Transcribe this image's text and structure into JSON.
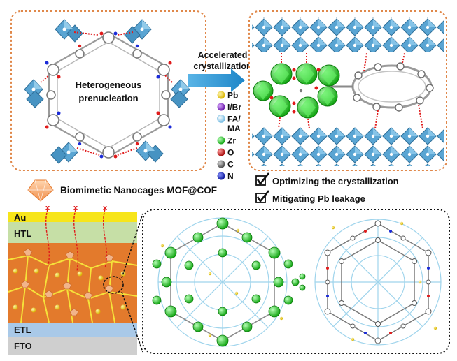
{
  "top_left_panel": {
    "label_line1": "Heterogeneous",
    "label_line2": "prenucleation"
  },
  "arrow": {
    "label_line1": "Accelerated",
    "label_line2": "crystallization"
  },
  "legend": [
    {
      "label": "Pb",
      "color": "#f2d21b"
    },
    {
      "label": "I/Br",
      "color": "#8e2bd1"
    },
    {
      "label": "FA/",
      "label2": "MA",
      "color": "#a9d8f0"
    },
    {
      "label": "Zr",
      "color": "#2ed52e"
    },
    {
      "label": "O",
      "color": "#e01b1b"
    },
    {
      "label": "C",
      "color": "#7d7d7d"
    },
    {
      "label": "N",
      "color": "#1b2bd8"
    }
  ],
  "nanocage_caption": "Biomimetic Nanocages MOF@COF",
  "checks": [
    {
      "label": "Optimizing the crystallization"
    },
    {
      "label": "Mitigating Pb leakage"
    }
  ],
  "device_layers": {
    "au": "Au",
    "htl": "HTL",
    "etl": "ETL",
    "fto": "FTO"
  },
  "leak_marks": [
    "x",
    "x",
    "x"
  ],
  "colors": {
    "perovskite": "#e37a2c",
    "au": "#f7e51a",
    "htl": "#c6dfa6",
    "etl": "#a9c9e8",
    "fto": "#cfcfcf",
    "zr_cluster": "#2ed52e",
    "octahedra": "#5aa5d3"
  }
}
